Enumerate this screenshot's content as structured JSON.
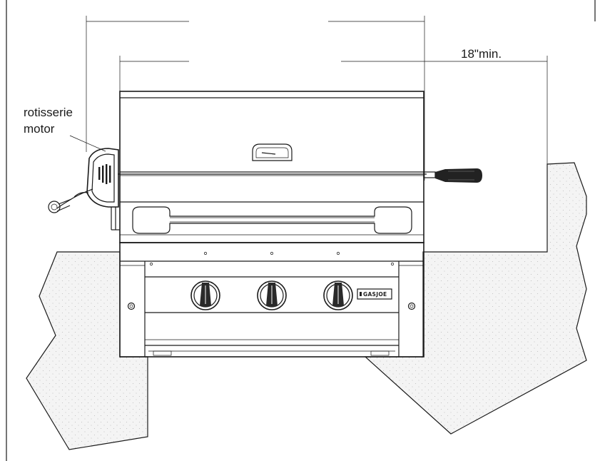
{
  "labels": {
    "rotisserie_line1": "rotisserie",
    "rotisserie_line2": "motor",
    "clearance": "18\"min.",
    "brand": "GASJOE"
  },
  "colors": {
    "line": "#1a1a1a",
    "counter_fill": "#f3f3f3",
    "stipple": "#b8b8b8"
  }
}
